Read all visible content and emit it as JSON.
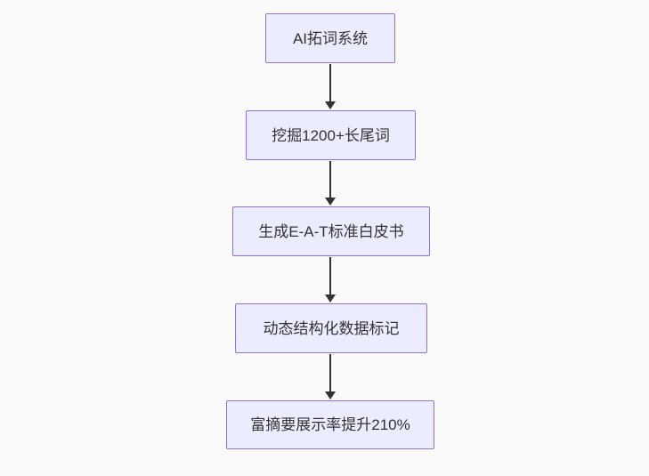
{
  "diagram": {
    "type": "flowchart-top-down",
    "background_color": "#fafafa",
    "node_fill_color": "#ececff",
    "node_border_color": "#9370db",
    "node_text_color": "#333333",
    "arrow_color": "#333333",
    "nodes": [
      {
        "id": "n1",
        "label": "AI拓词系统"
      },
      {
        "id": "n2",
        "label": "挖掘1200+长尾词"
      },
      {
        "id": "n3",
        "label": "生成E-A-T标准白皮书"
      },
      {
        "id": "n4",
        "label": "动态结构化数据标记"
      },
      {
        "id": "n5",
        "label": "富摘要展示率提升210%"
      }
    ],
    "edges": [
      {
        "from": "n1",
        "to": "n2"
      },
      {
        "from": "n2",
        "to": "n3"
      },
      {
        "from": "n3",
        "to": "n4"
      },
      {
        "from": "n4",
        "to": "n5"
      }
    ]
  }
}
